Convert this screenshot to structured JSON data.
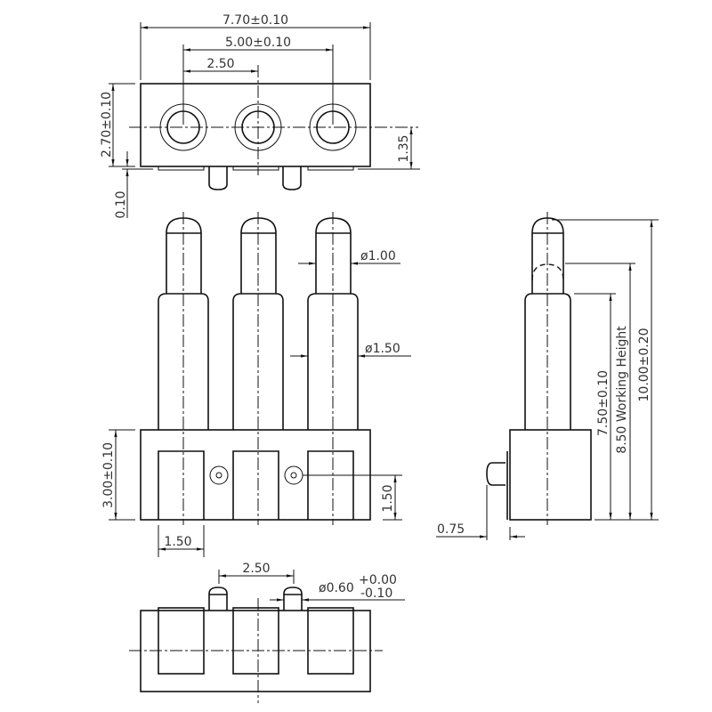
{
  "dimensions": {
    "overall_width": "7.70±0.10",
    "outer_pitch": "5.00±0.10",
    "pitch": "2.50",
    "body_depth": "2.70±0.10",
    "center_offset": "1.35",
    "gap": "0.10",
    "plunger_dia": "ø1.00",
    "barrel_dia": "ø1.50",
    "body_height": "3.00±0.10",
    "locator_height": "1.50",
    "window_width": "1.50",
    "bottom_pitch": "2.50",
    "peg_dia": "ø0.60",
    "peg_tol_plus": "+0.00",
    "peg_tol_minus": "-0.10",
    "peg_offset": "0.75",
    "mounted_height": "7.50±0.10",
    "working_height": "8.50  Working  Height",
    "total_height": "10.00±0.20"
  }
}
